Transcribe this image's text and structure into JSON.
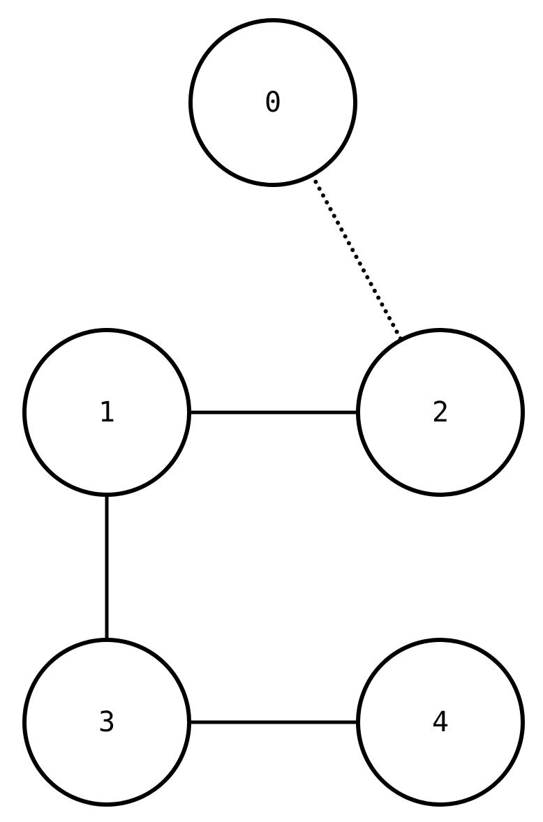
{
  "graph": {
    "nodes": [
      {
        "id": "0",
        "label": "0"
      },
      {
        "id": "1",
        "label": "1"
      },
      {
        "id": "2",
        "label": "2"
      },
      {
        "id": "3",
        "label": "3"
      },
      {
        "id": "4",
        "label": "4"
      }
    ],
    "edges": [
      {
        "from": "0",
        "to": "2",
        "style": "dotted"
      },
      {
        "from": "1",
        "to": "2",
        "style": "solid"
      },
      {
        "from": "1",
        "to": "3",
        "style": "solid"
      },
      {
        "from": "3",
        "to": "4",
        "style": "solid"
      }
    ],
    "colors": {
      "stroke": "#000000",
      "background": "#ffffff"
    }
  }
}
